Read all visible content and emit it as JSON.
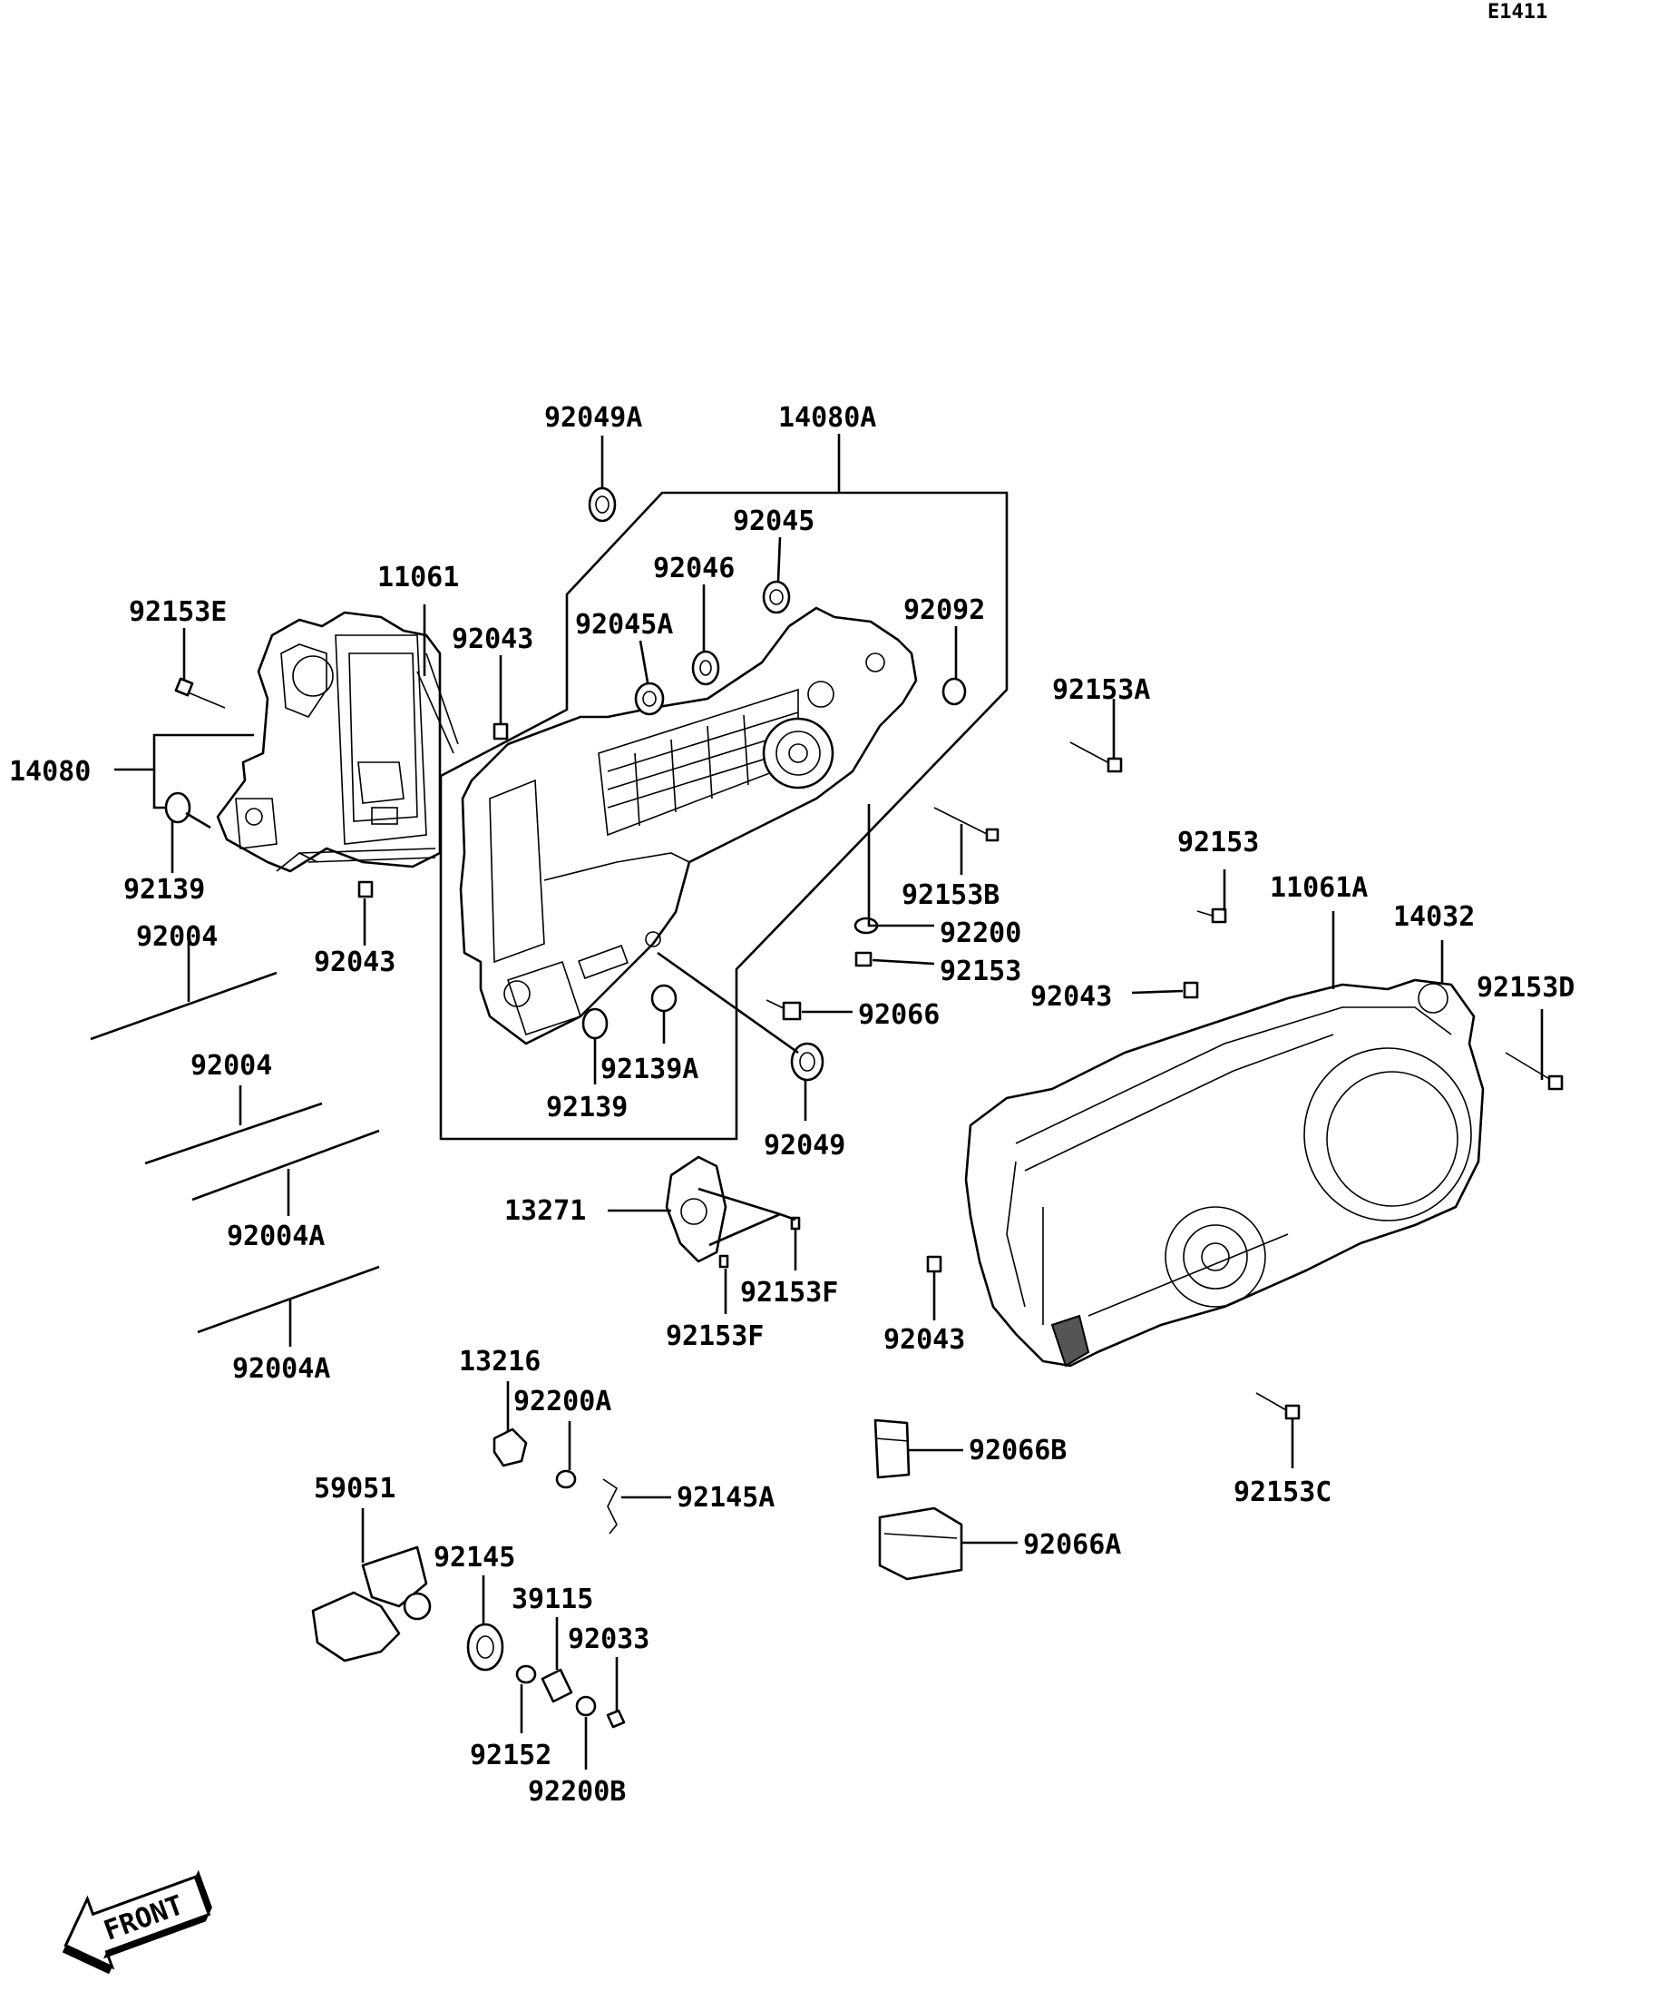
{
  "ref_code": "E1411",
  "front_label": "FRONT",
  "labels": {
    "l92049A": "92049A",
    "l14080A": "14080A",
    "l92045": "92045",
    "l92046": "92046",
    "l92045A": "92045A",
    "l92092": "92092",
    "l11061": "11061",
    "l92153E": "92153E",
    "l92043a": "92043",
    "l14080": "14080",
    "l92139a": "92139",
    "l92004a": "92004",
    "l92043b": "92043",
    "l92153A": "92153A",
    "l92153B": "92153B",
    "l92200": "92200",
    "l92153a": "92153",
    "l92153b": "92153",
    "l92066": "92066",
    "l11061A": "11061A",
    "l14032": "14032",
    "l92153D": "92153D",
    "l92043c": "92043",
    "l92139A": "92139A",
    "l92139b": "92139",
    "l92049": "92049",
    "l92004b": "92004",
    "l92004A1": "92004A",
    "l92004A2": "92004A",
    "l13271": "13271",
    "l92153F1": "92153F",
    "l92153F2": "92153F",
    "l92043d": "92043",
    "l13216": "13216",
    "l92200A": "92200A",
    "l92145A": "92145A",
    "l92066B": "92066B",
    "l92066A": "92066A",
    "l92153C": "92153C",
    "l59051": "59051",
    "l92145": "92145",
    "l39115": "39115",
    "l92033": "92033",
    "l92152": "92152",
    "l92200B": "92200B"
  }
}
